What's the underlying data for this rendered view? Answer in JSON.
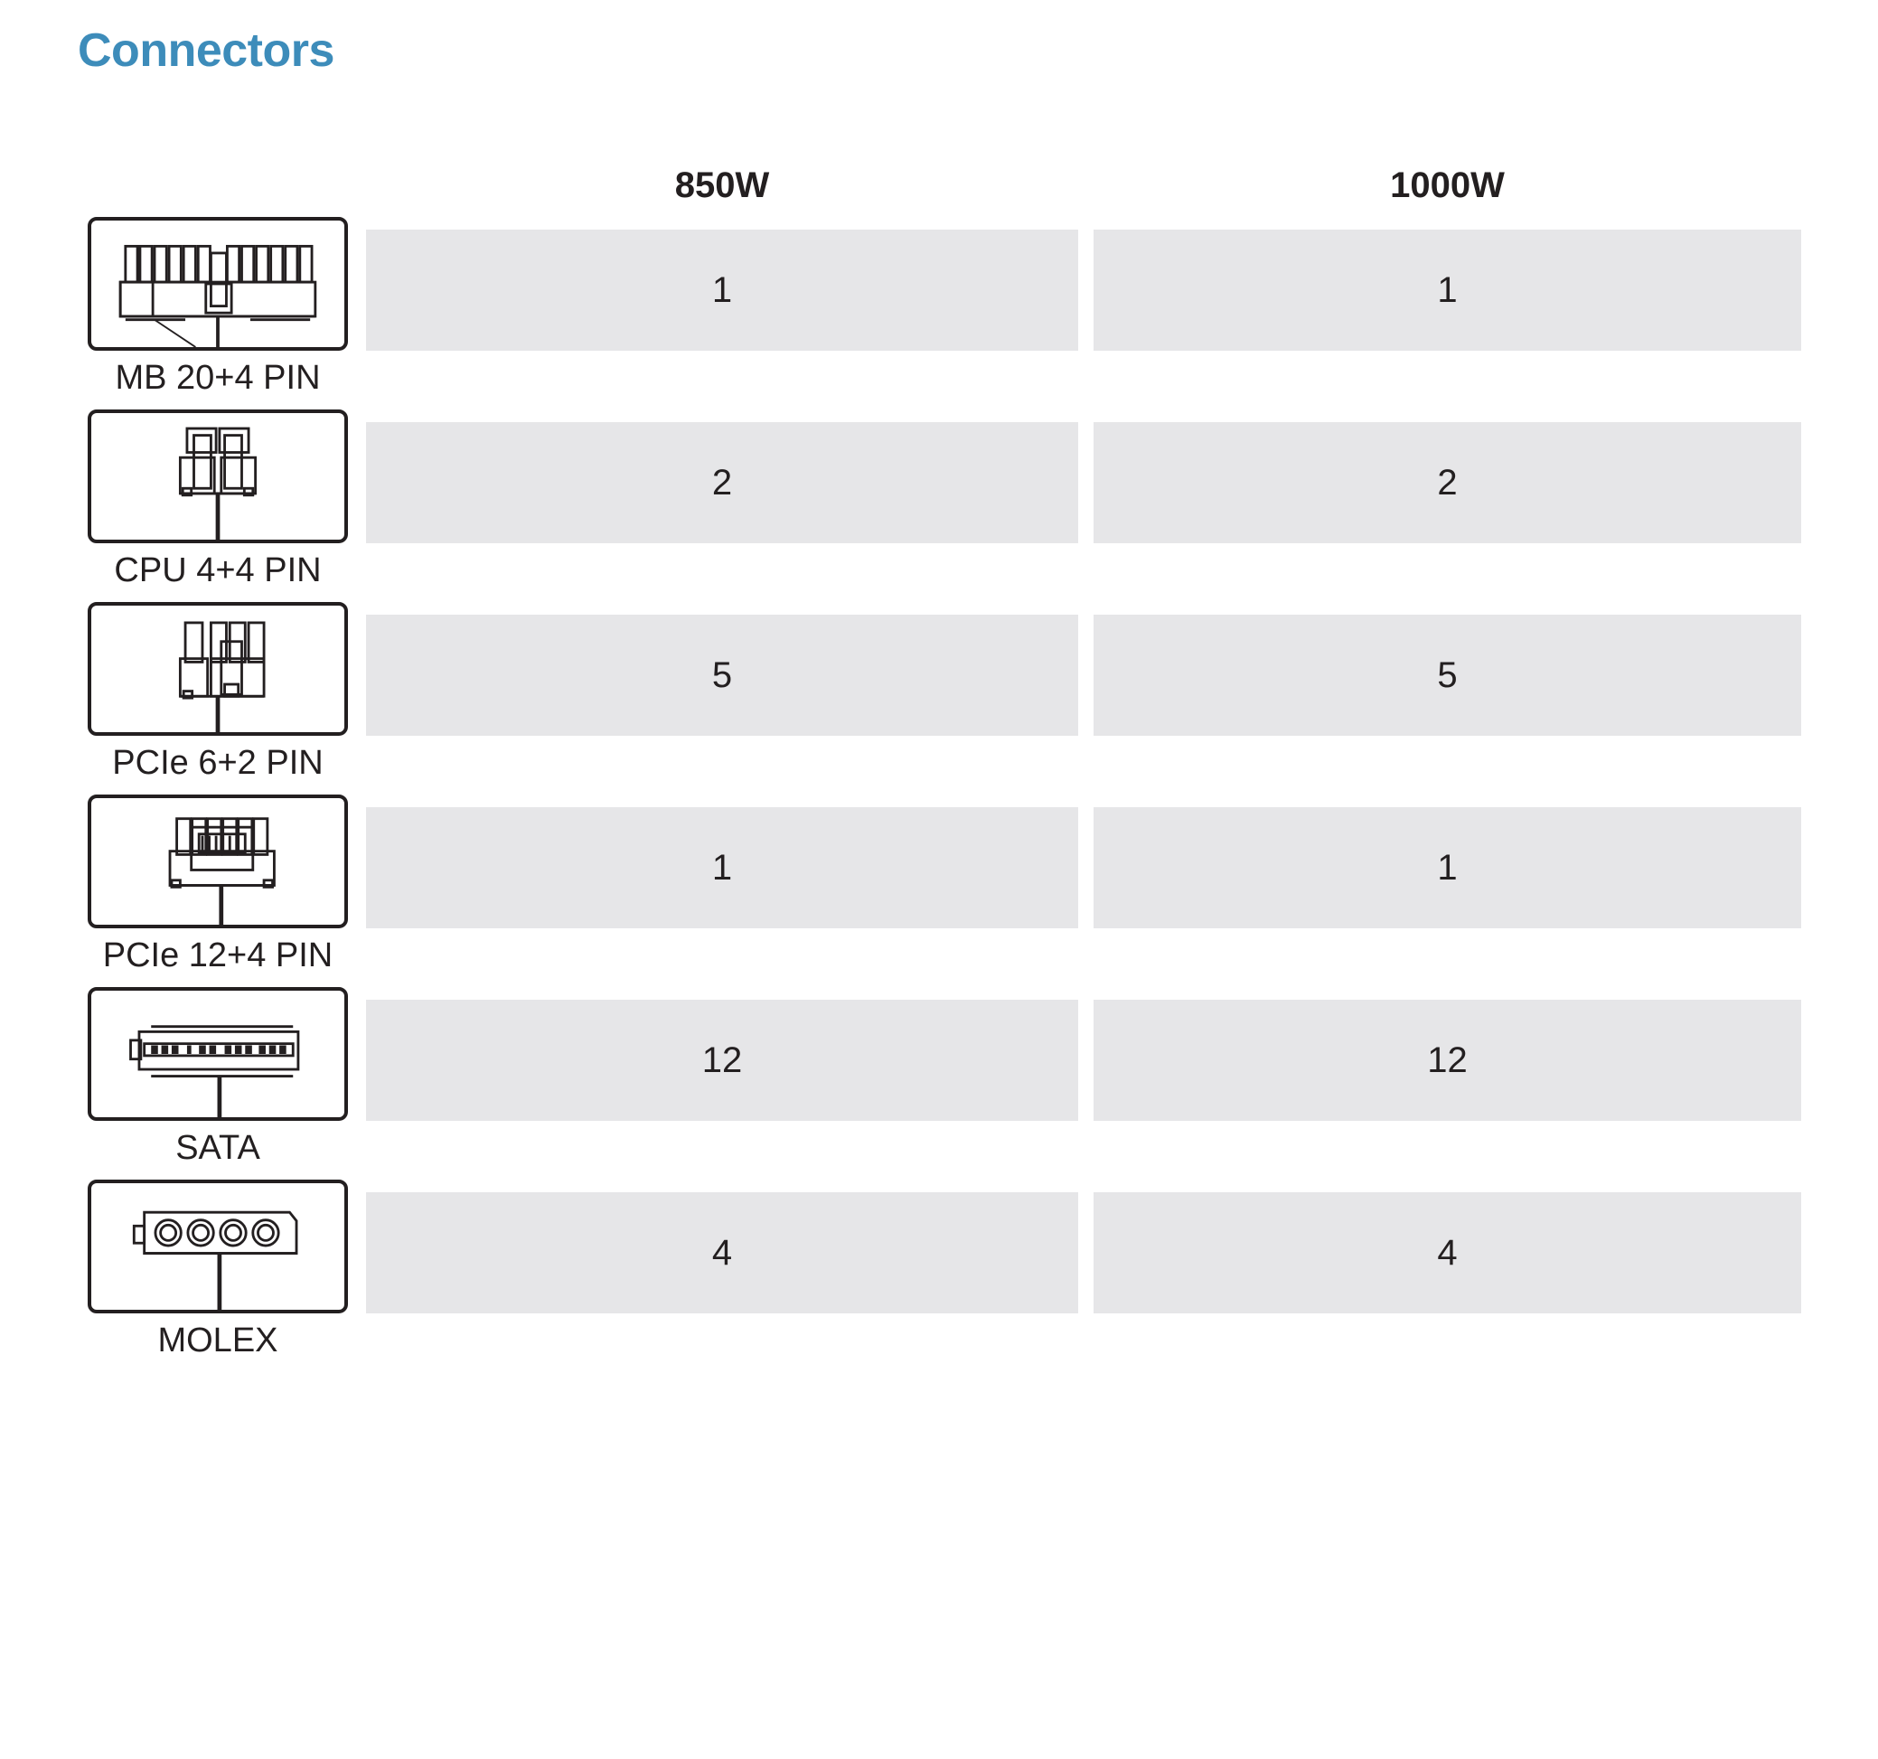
{
  "title": "Connectors",
  "accent_color": "#3d8cba",
  "cell_bg_color": "#e6e6e8",
  "text_color": "#231f20",
  "table": {
    "columns": [
      {
        "key": "w850",
        "label": "850W"
      },
      {
        "key": "w1000",
        "label": "1000W"
      }
    ],
    "rows": [
      {
        "icon": "mb-20-4-pin-connector-icon",
        "label": "MB 20+4 PIN",
        "w850": "1",
        "w1000": "1"
      },
      {
        "icon": "cpu-4-4-pin-connector-icon",
        "label": "CPU 4+4 PIN",
        "w850": "2",
        "w1000": "2"
      },
      {
        "icon": "pcie-6-2-pin-connector-icon",
        "label": "PCIe 6+2 PIN",
        "w850": "5",
        "w1000": "5"
      },
      {
        "icon": "pcie-12-4-pin-connector-icon",
        "label": "PCIe 12+4 PIN",
        "w850": "1",
        "w1000": "1"
      },
      {
        "icon": "sata-connector-icon",
        "label": "SATA",
        "w850": "12",
        "w1000": "12"
      },
      {
        "icon": "molex-connector-icon",
        "label": "MOLEX",
        "w850": "4",
        "w1000": "4"
      }
    ]
  }
}
